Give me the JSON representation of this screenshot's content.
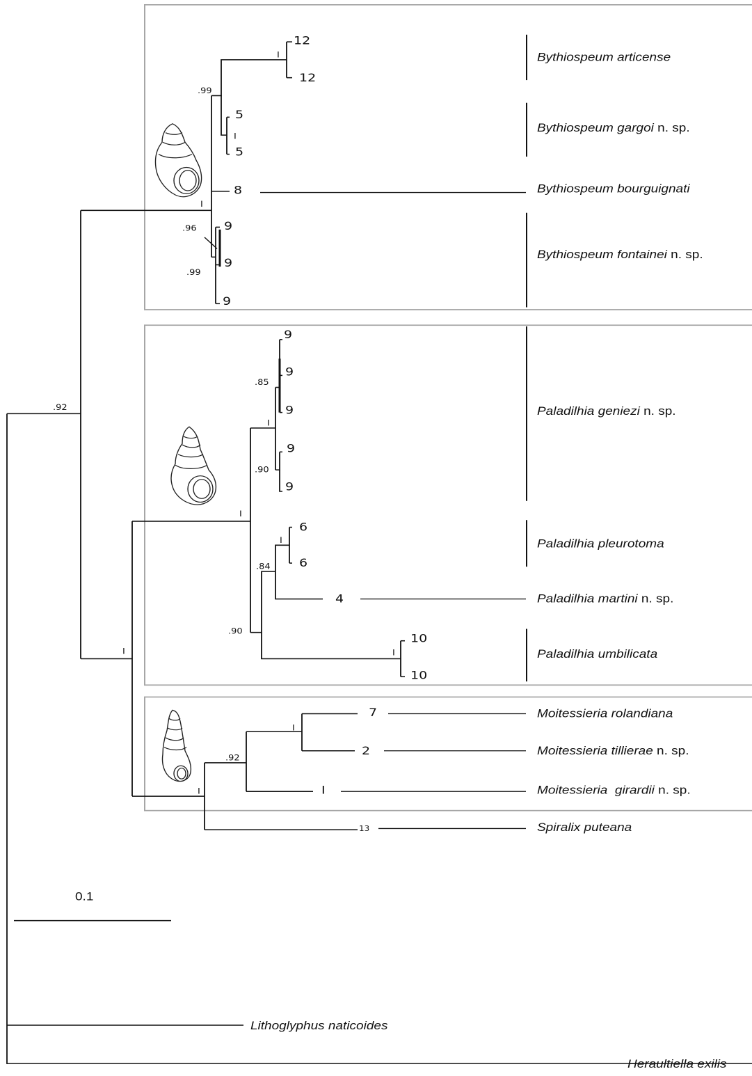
{
  "clades": {
    "bythiospeum": {
      "species": [
        {
          "genus_species": "Bythiospeum articense",
          "suffix": ""
        },
        {
          "genus_species": "Bythiospeum gargoi",
          "suffix": " n. sp."
        },
        {
          "genus_species": "Bythiospeum bourguignati",
          "suffix": ""
        },
        {
          "genus_species": "Bythiospeum fontainei",
          "suffix": " n. sp."
        }
      ],
      "tips": [
        "12",
        "12",
        "5",
        "5",
        "8",
        "9",
        "9",
        "9"
      ],
      "support": [
        ".99",
        "I",
        "I",
        "I",
        ".96",
        ".99"
      ]
    },
    "paladilhia": {
      "species": [
        {
          "genus_species": "Paladilhia geniezi",
          "suffix": " n. sp."
        },
        {
          "genus_species": "Paladilhia pleurotoma",
          "suffix": ""
        },
        {
          "genus_species": "Paladilhia martini",
          "suffix": " n. sp."
        },
        {
          "genus_species": "Paladilhia umbilicata",
          "suffix": ""
        }
      ],
      "tips": [
        "9",
        "9",
        "9",
        "9",
        "9",
        "6",
        "6",
        "4",
        "10",
        "10"
      ],
      "support": [
        ".85",
        "I",
        ".90",
        "I",
        "I",
        ".84",
        ".90",
        "I"
      ]
    },
    "moitessieria": {
      "species": [
        {
          "genus_species": "Moitessieria rolandiana",
          "suffix": ""
        },
        {
          "genus_species": "Moitessieria tillierae",
          "suffix": " n. sp."
        },
        {
          "genus_species": "Moitessieria  girardii",
          "suffix": " n. sp."
        }
      ],
      "tips": [
        "7",
        "2",
        "I"
      ],
      "support": [
        "I",
        ".92",
        "I"
      ]
    }
  },
  "outgroups": {
    "spiralix": {
      "name": "Spiralix puteana",
      "tip": "13"
    },
    "lithoglyphus": {
      "name": "Lithoglyphus naticoides"
    },
    "heraultiella": {
      "name": "Heraultiella exilis"
    }
  },
  "deep_support": {
    "root": ".92",
    "node_a": "I"
  },
  "scale": {
    "label": "0.1"
  },
  "colors": {
    "branch": "#111111",
    "box": "#a6a6a6"
  }
}
